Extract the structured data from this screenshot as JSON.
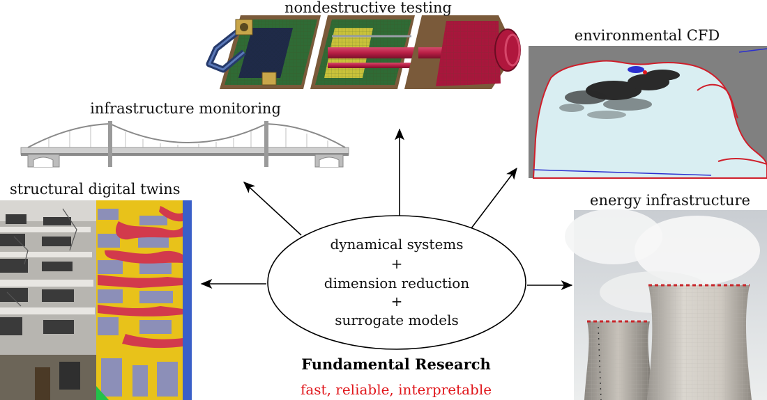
{
  "center": {
    "lines": [
      "dynamical systems",
      "+",
      "dimension reduction",
      "+",
      "surrogate models"
    ]
  },
  "footer": {
    "title": "Fundamental Research",
    "subtitle": "fast, reliable, interpretable",
    "subtitle_color": "#e0161b"
  },
  "applications": {
    "nondestructive_testing": "nondestructive testing",
    "environmental_cfd": "environmental CFD",
    "infrastructure_monitoring": "infrastructure monitoring",
    "structural_digital_twins": "structural digital twins",
    "energy_infrastructure": "energy infrastructure"
  }
}
